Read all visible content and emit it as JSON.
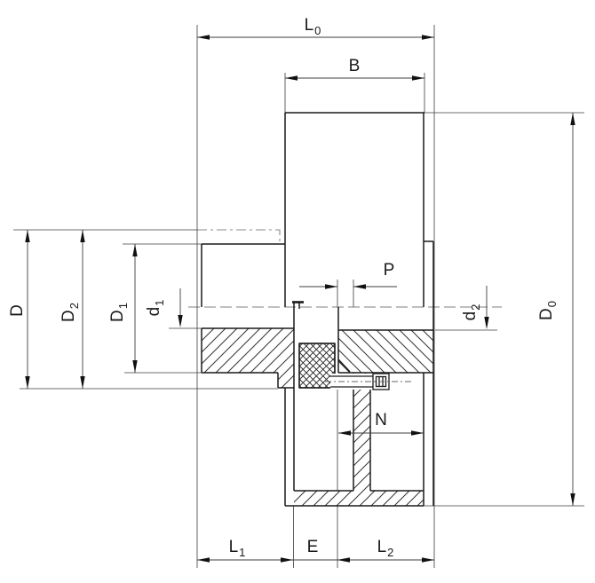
{
  "drawing": {
    "title": "flexible-coupling-cross-section",
    "type": "engineering-dimension-drawing"
  },
  "colors": {
    "background": "#ffffff",
    "object_line": "#1a1a1a",
    "thin_line": "#3c3c3c",
    "hatch_line": "#333333",
    "centerline": "#999999",
    "bolt_axis": "#666666",
    "text": "#1a1a1a"
  },
  "dims": {
    "L0": {
      "base": "L",
      "sub": "0"
    },
    "B": {
      "base": "B",
      "sub": ""
    },
    "D": {
      "base": "D",
      "sub": ""
    },
    "D2": {
      "base": "D",
      "sub": "2"
    },
    "D1": {
      "base": "D",
      "sub": "1"
    },
    "d1": {
      "base": "d",
      "sub": "1"
    },
    "d2": {
      "base": "d",
      "sub": "2"
    },
    "D0": {
      "base": "D",
      "sub": "0"
    },
    "P": {
      "base": "P",
      "sub": ""
    },
    "N": {
      "base": "N",
      "sub": ""
    },
    "L1": {
      "base": "L",
      "sub": "1"
    },
    "E": {
      "base": "E",
      "sub": ""
    },
    "L2": {
      "base": "L",
      "sub": "2"
    }
  }
}
